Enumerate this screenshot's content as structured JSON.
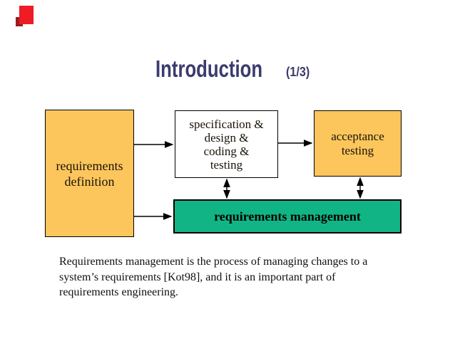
{
  "slide": {
    "title": {
      "text": "Introduction",
      "suffix": "(1/3)"
    },
    "diagram": {
      "requirements_definition": {
        "lines": [
          "requirements",
          "definition"
        ]
      },
      "process_box": {
        "lines": [
          "specification &",
          "design &",
          "coding &",
          "testing"
        ]
      },
      "acceptance_testing": {
        "lines": [
          "acceptance",
          "testing"
        ]
      },
      "requirements_management": {
        "label": "requirements management"
      },
      "arrows": [
        "requirements-definition to process-box",
        "process-box to acceptance-testing",
        "requirements-definition to requirements-management",
        "process-box to/from requirements-management (double)",
        "acceptance-testing to/from requirements-management (double)"
      ]
    },
    "paragraph": {
      "lines": [
        "Requirements management is the process of managing changes to a",
        "system’s requirements [Kot98], and it is an important part of",
        "requirements engineering."
      ]
    },
    "colors": {
      "title_navy": "#3b3b6e",
      "box_orange": "#fcc65c",
      "box_green": "#11b585",
      "accent_red": "#ee1c25",
      "accent_red_dark": "#9b1b1f",
      "border_black": "#000000",
      "text_black": "#101010"
    }
  }
}
